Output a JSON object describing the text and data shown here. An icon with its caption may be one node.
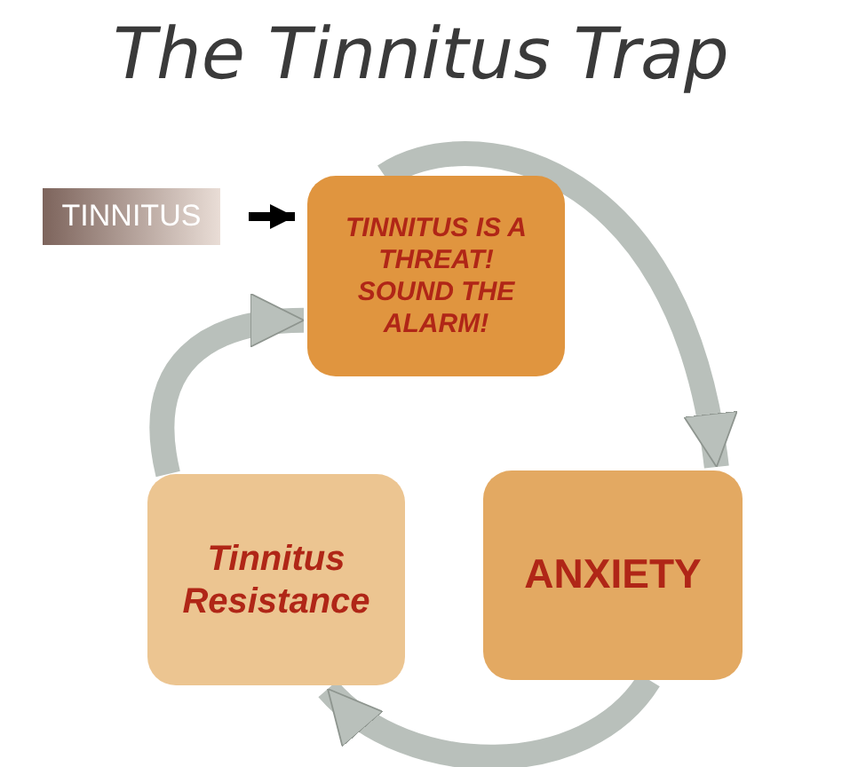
{
  "diagram": {
    "title": "The Tinnitus Trap",
    "nodes": [
      {
        "text": [
          "TINNITUS"
        ]
      },
      {
        "text": [
          "TINNITUS IS A THREAT! SOUND THE ALARM!"
        ]
      },
      {
        "text": [
          "ANXIETY"
        ]
      },
      {
        "text": [
          "Tinnitus Resistance"
        ]
      }
    ],
    "edges": [
      {
        "from": 0,
        "to": 1,
        "arrow": "to",
        "color": "#000000"
      },
      {
        "from": 1,
        "to": 2,
        "arrow": "to"
      },
      {
        "from": 2,
        "to": 3,
        "arrow": "to"
      },
      {
        "from": 3,
        "to": 1,
        "arrow": "to"
      }
    ]
  }
}
